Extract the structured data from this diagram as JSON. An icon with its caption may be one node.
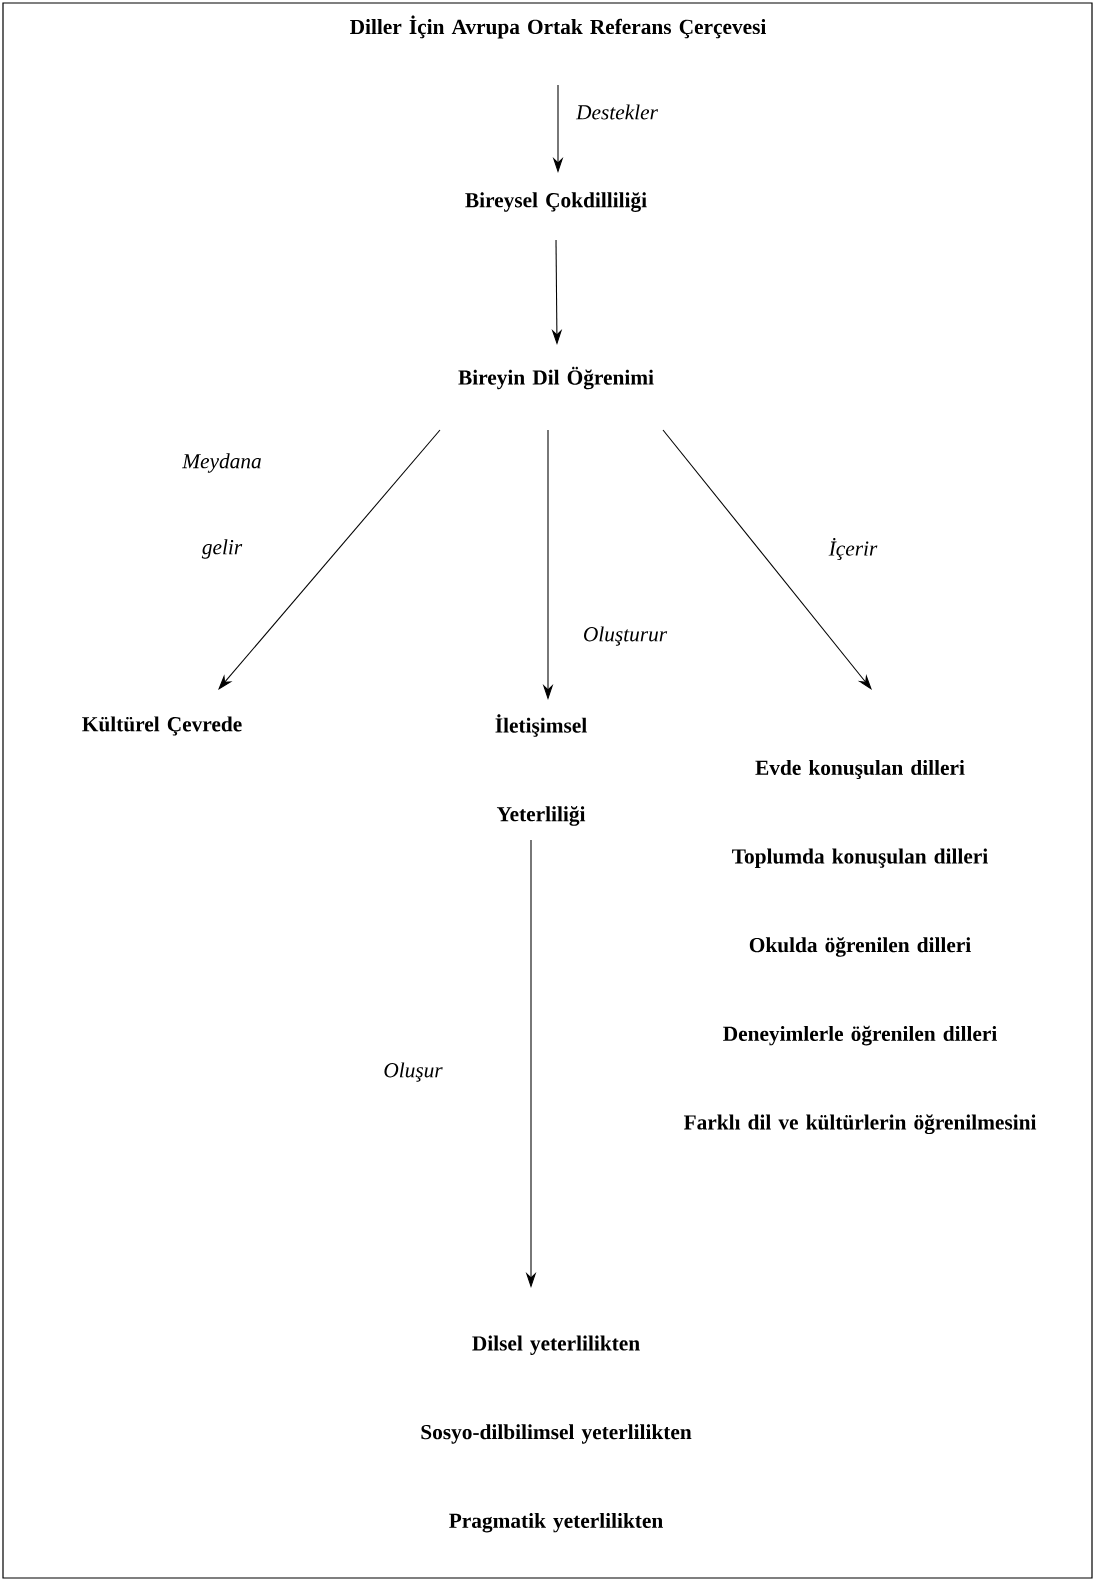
{
  "diagram": {
    "nodes": [
      {
        "text": [
          "Diller İçin Avrupa Ortak Referans Çerçevesi"
        ]
      },
      {
        "text": [
          "Bireysel Çokdilliliği"
        ]
      },
      {
        "text": [
          "Bireyin Dil Öğrenimi"
        ]
      },
      {
        "text": [
          "Kültürel Çevrede"
        ]
      },
      {
        "text": [
          "İletişimsel Yeterliliği"
        ]
      },
      {
        "text": [
          "Evde konuşulan dilleri",
          "Toplumda konuşulan dilleri",
          "Okulda öğrenilen dilleri",
          "Deneyimlerle öğrenilen dilleri",
          "Farklı dil ve kültürlerin öğrenilmesini"
        ]
      },
      {
        "text": [
          "Dilsel yeterlilikten",
          "Sosyo-dilbilimsel yeterlilikten",
          "Pragmatik yeterlilikten"
        ]
      }
    ],
    "edges": [
      {
        "from": 0,
        "to": 1,
        "arrow": "to",
        "label": "Destekler"
      },
      {
        "from": 1,
        "to": 2,
        "arrow": "to"
      },
      {
        "from": 2,
        "to": 3,
        "arrow": "to",
        "label": "Meydana gelir"
      },
      {
        "from": 2,
        "to": 4,
        "arrow": "to",
        "label": "Oluşturur"
      },
      {
        "from": 2,
        "to": 5,
        "arrow": "to",
        "label": "İçerir"
      },
      {
        "from": 4,
        "to": 6,
        "arrow": "to",
        "label": "Oluşur"
      }
    ]
  }
}
